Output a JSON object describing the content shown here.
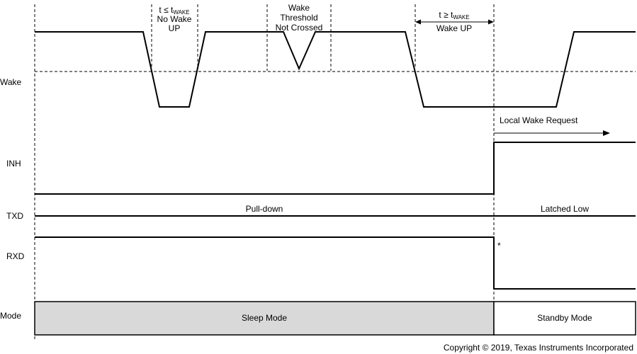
{
  "signals": {
    "wake": "Wake",
    "inh": "INH",
    "txd": "TXD",
    "rxd": "RXD",
    "mode": "Mode"
  },
  "annotations": {
    "t_le_prefix": "t ≤ t",
    "t_ge_prefix": "t ≥ t",
    "t_sub": "WAKE",
    "no_wake_1": "No Wake",
    "no_wake_2": "UP",
    "threshold_1": "Wake",
    "threshold_2": "Threshold",
    "threshold_3": "Not Crossed",
    "wake_up": "Wake UP",
    "local_wake": "Local Wake Request",
    "pull_down": "Pull-down",
    "latched_low": "Latched Low",
    "asterisk": "*"
  },
  "modes": {
    "sleep": "Sleep Mode",
    "standby": "Standby Mode"
  },
  "colors": {
    "sleep_fill": "#d9d9d9",
    "standby_fill": "#ffffff",
    "line": "#000000"
  },
  "copyright": "Copyright © 2019, Texas Instruments Incorporated"
}
